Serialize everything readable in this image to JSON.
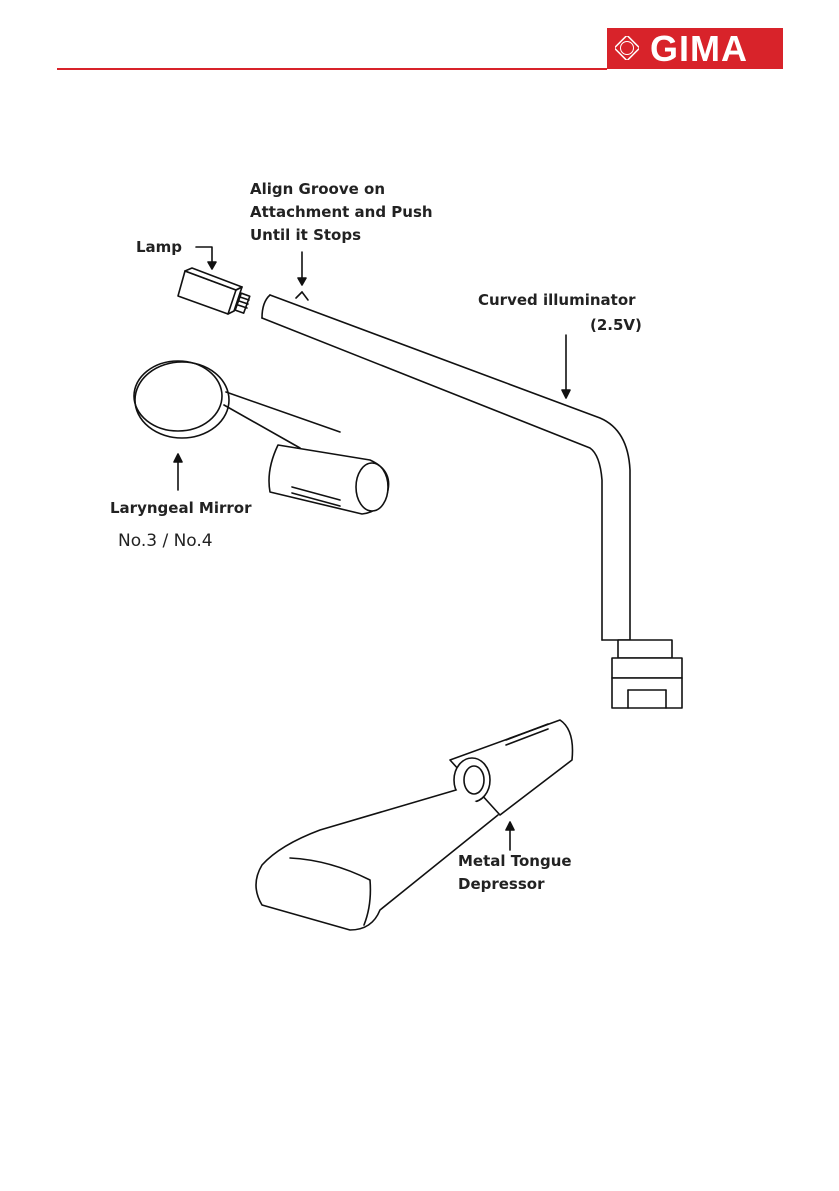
{
  "header": {
    "brand": "GIMA",
    "seal_text": "GIMA",
    "accent_color": "#d8232a"
  },
  "diagram": {
    "labels": {
      "lamp": "Lamp",
      "align_groove_line1": "Align Groove on",
      "align_groove_line2": "Attachment and Push",
      "align_groove_line3": "Until it Stops",
      "curved_illuminator_line1": "Curved illuminator",
      "curved_illuminator_line2": "(2.5V)",
      "laryngeal_mirror": "Laryngeal Mirror",
      "mirror_sizes": "No.3 / No.4",
      "tongue_depressor_line1": "Metal Tongue",
      "tongue_depressor_line2": "Depressor"
    }
  }
}
